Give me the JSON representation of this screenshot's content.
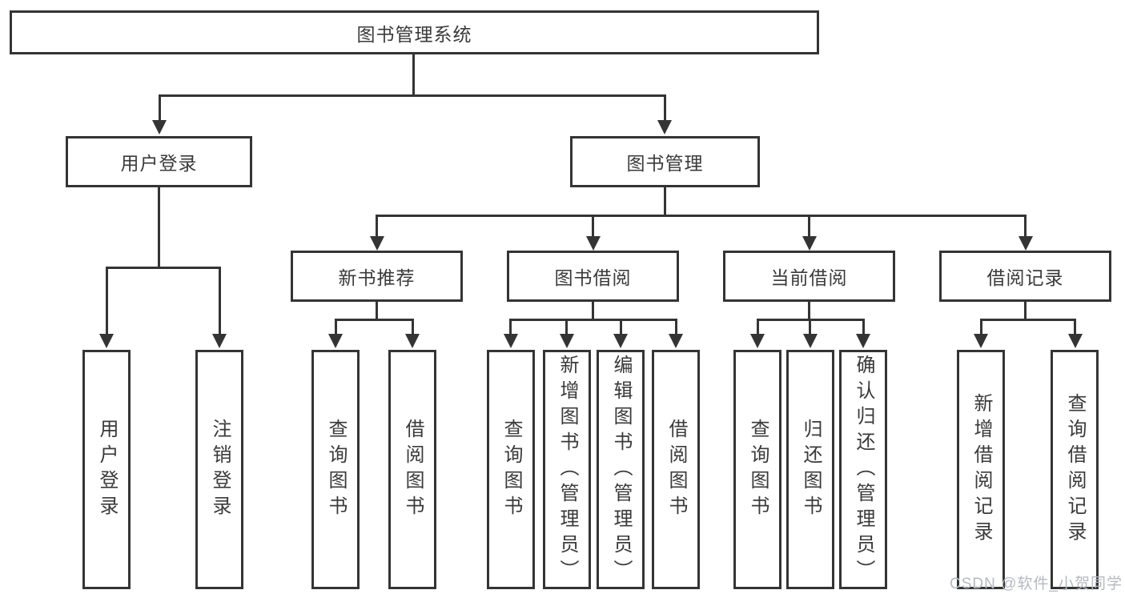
{
  "diagram_title": "图书管理系统",
  "colors": {
    "line": "#343434",
    "text": "#3a3a3a",
    "watermark": "#b5b9c0",
    "background": "#ffffff"
  },
  "nodes": {
    "root": "图书管理系统",
    "user_login": "用户登录",
    "book_mgmt": "图书管理",
    "new_book": "新书推荐",
    "book_borrow": "图书借阅",
    "current_borrow": "当前借阅",
    "borrow_record": "借阅记录",
    "leaf_user_login": "用户登录",
    "leaf_logout": "注销登录",
    "leaf_nb_query": "查询图书",
    "leaf_nb_borrow": "借阅图书",
    "leaf_bb_query": "查询图书",
    "leaf_bb_add": "新增图书（管理员）",
    "leaf_bb_edit": "编辑图书（管理员）",
    "leaf_bb_borrow": "借阅图书",
    "leaf_cb_query": "查询图书",
    "leaf_cb_return": "归还图书",
    "leaf_cb_confirm": "确认归还（管理员）",
    "leaf_br_add": "新增借阅记录",
    "leaf_br_query": "查询借阅记录"
  },
  "watermark": "CSDN @软件_小贺同学"
}
